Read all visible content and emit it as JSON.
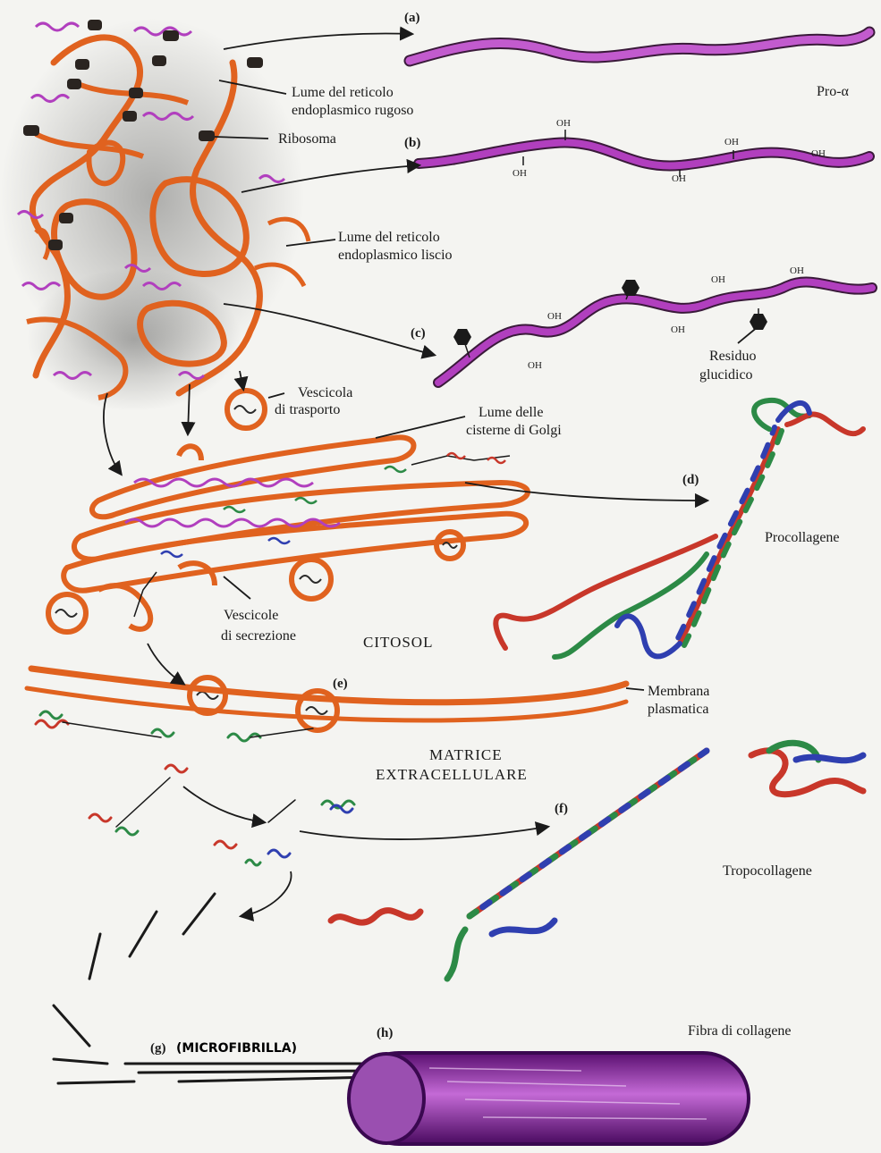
{
  "colors": {
    "membrane_orange": "#e0621f",
    "protein_magenta": "#b13fbe",
    "strand_red": "#c8372a",
    "strand_green": "#2c8a46",
    "strand_blue": "#2f3fb0",
    "ribosome": "#2a2420",
    "fiber_purple": "#8a1fa0"
  },
  "labels": {
    "tag_a": "(a)",
    "tag_b": "(b)",
    "tag_c": "(c)",
    "tag_d": "(d)",
    "tag_e": "(e)",
    "tag_f": "(f)",
    "tag_g": "(g)",
    "tag_h": "(h)",
    "rer_lumen_1": "Lume del reticolo",
    "rer_lumen_2": "endoplasmico rugoso",
    "ribosome": "Ribosoma",
    "ser_lumen_1": "Lume del reticolo",
    "ser_lumen_2": "endoplasmico liscio",
    "pro_alpha": "Pro-α",
    "oh": "OH",
    "sugar_1": "Residuo",
    "sugar_2": "glucidico",
    "transport_vesicle_1": "Vescicola",
    "transport_vesicle_2": "di trasporto",
    "golgi_1": "Lume delle",
    "golgi_2": "cisterne di Golgi",
    "procollagen": "Procollagene",
    "secretion_vesicles_1": "Vescicole",
    "secretion_vesicles_2": "di secrezione",
    "cytosol": "CITOSOL",
    "membrane_1": "Membrana",
    "membrane_2": "plasmatica",
    "matrix_1": "MATRICE",
    "matrix_2": "EXTRACELLULARE",
    "tropocollagen": "Tropocollagene",
    "collagen_fiber": "Fibra di collagene",
    "microfibril": "(MICROFIBRILLA)"
  }
}
